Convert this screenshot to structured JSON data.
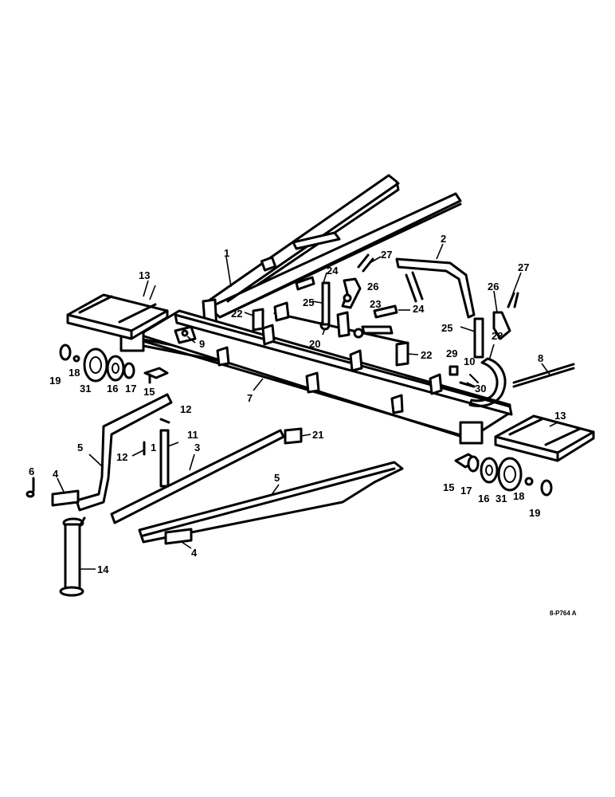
{
  "labels": {
    "p1": "1",
    "p2": "2",
    "p3": "3",
    "p4a": "4",
    "p4b": "4",
    "p5a": "5",
    "p5b": "5",
    "p6": "6",
    "p7": "7",
    "p8": "8",
    "p9": "9",
    "p10": "10",
    "p11": "11",
    "p11b": "1",
    "p12a": "12",
    "p12b": "12",
    "p13a": "13",
    "p13b": "13",
    "p14": "14",
    "p15a": "15",
    "p15b": "15",
    "p16a": "16",
    "p16b": "16",
    "p17a": "17",
    "p17b": "17",
    "p18a": "18",
    "p18b": "18",
    "p19a": "19",
    "p19b": "19",
    "p20": "20",
    "p21": "21",
    "p22a": "22",
    "p22b": "22",
    "p23": "23",
    "p24a": "24",
    "p24b": "24",
    "p25a": "25",
    "p25b": "25",
    "p26a": "26",
    "p26b": "26",
    "p27a": "27",
    "p27b": "27",
    "p28": "28",
    "p29": "29",
    "p30": "30",
    "p31a": "31",
    "p31b": "31"
  },
  "drawing_code": "8-P764 A"
}
